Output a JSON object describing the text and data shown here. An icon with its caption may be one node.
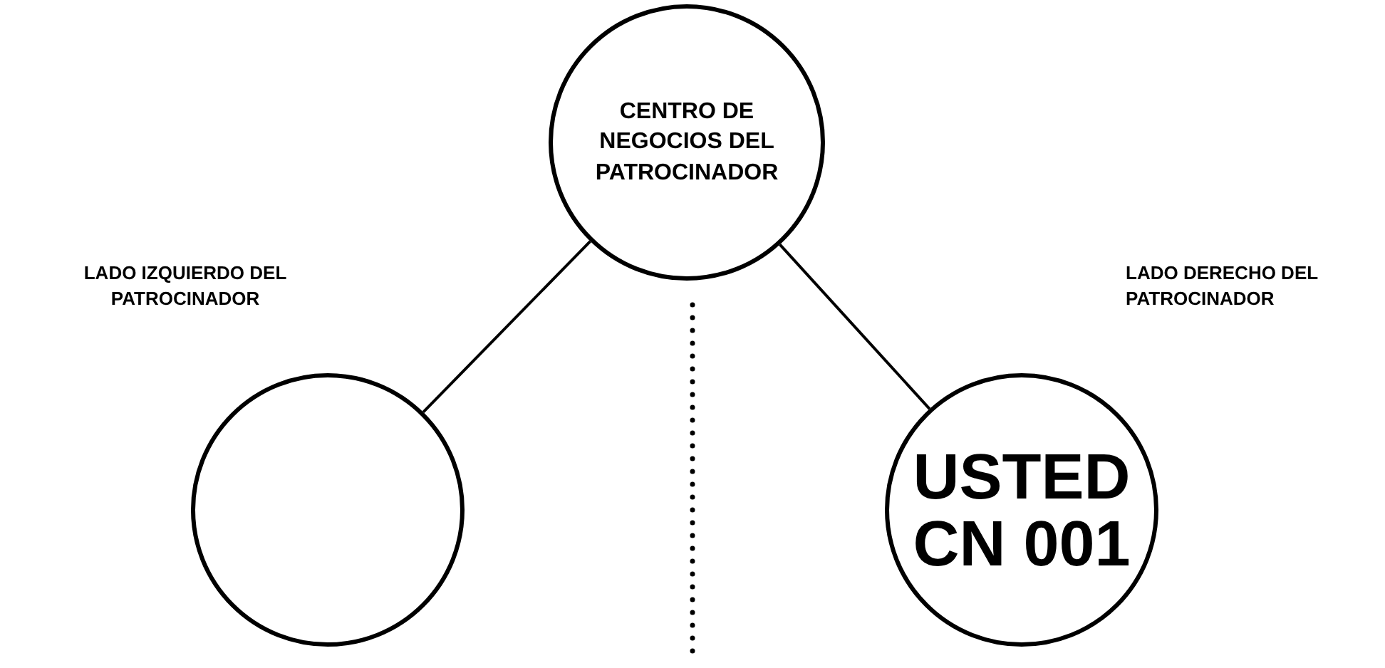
{
  "diagram": {
    "nodes": [
      {
        "text": [
          "CENTRO DE NEGOCIOS DEL PATROCINADOR"
        ]
      },
      {
        "text": [],
        "shape": "circle"
      },
      {
        "text": [
          "USTED",
          "CN 001"
        ]
      }
    ],
    "edges": [
      {
        "from": 0,
        "to": 1,
        "arrow": "none"
      },
      {
        "from": 0,
        "to": 2,
        "arrow": "none"
      }
    ],
    "labels": [
      "LADO IZQUIERDO DEL PATROCINADOR",
      "LADO DERECHO DEL PATROCINADOR"
    ]
  }
}
